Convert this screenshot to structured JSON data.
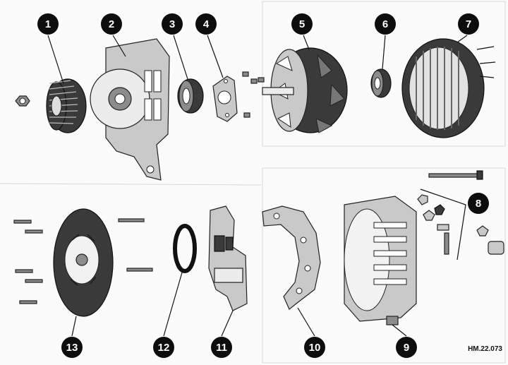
{
  "figure": {
    "reference": "HM.22.073",
    "callouts": [
      "1",
      "2",
      "3",
      "4",
      "5",
      "6",
      "7",
      "8",
      "9",
      "10",
      "11",
      "12",
      "13"
    ]
  },
  "parts": [
    {
      "id": "1",
      "icon": "pulley-icon"
    },
    {
      "id": "2",
      "icon": "drive-end-housing-icon"
    },
    {
      "id": "3",
      "icon": "front-bearing-icon"
    },
    {
      "id": "4",
      "icon": "bearing-retainer-plate-icon"
    },
    {
      "id": "5",
      "icon": "rotor-icon"
    },
    {
      "id": "6",
      "icon": "rear-bearing-icon"
    },
    {
      "id": "7",
      "icon": "stator-icon"
    },
    {
      "id": "8",
      "icon": "fastener-set-icon"
    },
    {
      "id": "9",
      "icon": "slip-ring-end-housing-icon"
    },
    {
      "id": "10",
      "icon": "rectifier-bridge-icon"
    },
    {
      "id": "11",
      "icon": "voltage-regulator-brush-holder-icon"
    },
    {
      "id": "12",
      "icon": "seal-ring-icon"
    },
    {
      "id": "13",
      "icon": "rear-cover-icon"
    }
  ]
}
